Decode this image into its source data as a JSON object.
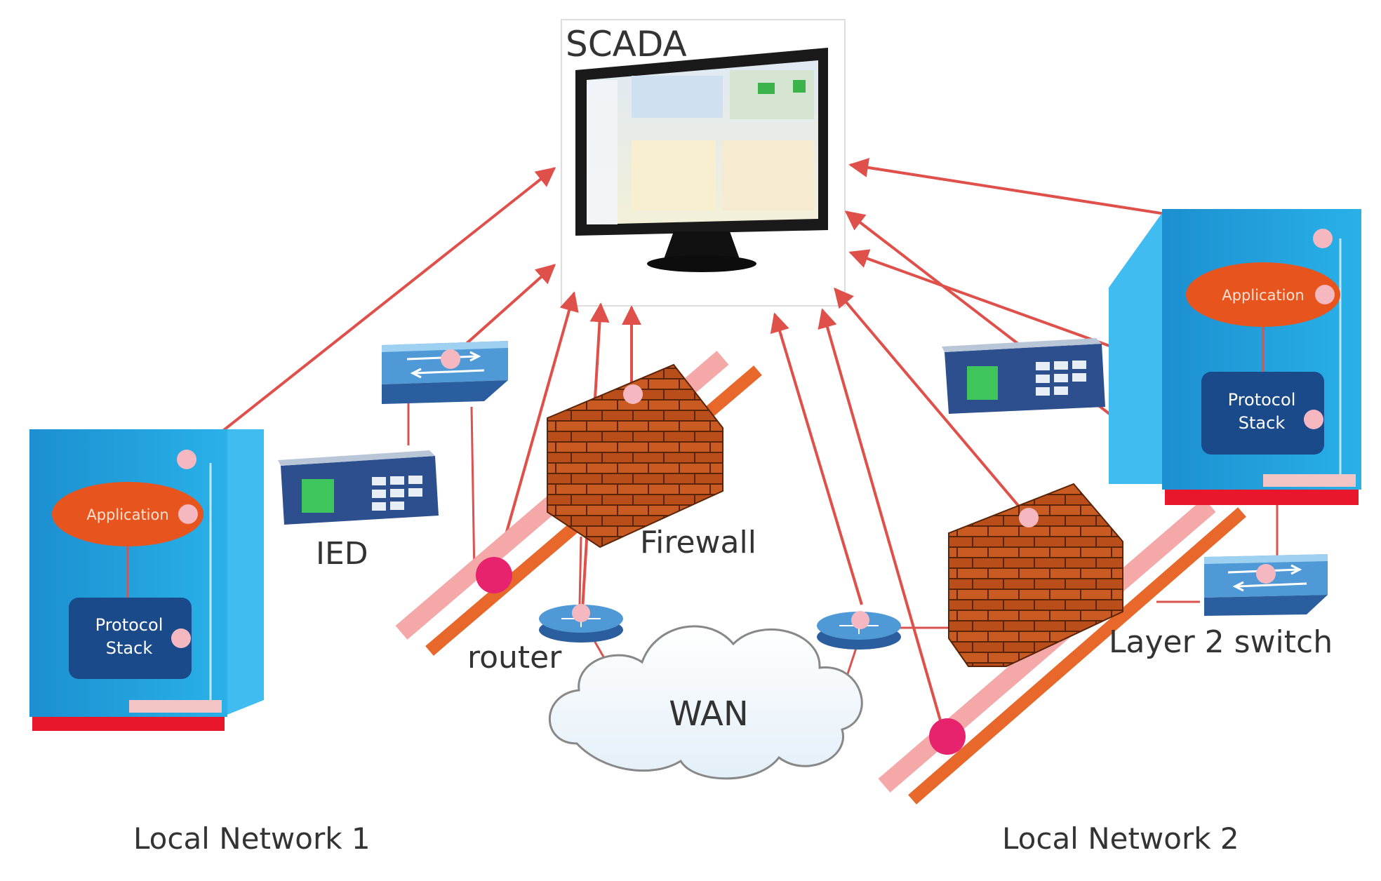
{
  "labels": {
    "scada": "SCADA",
    "ied": "IED",
    "firewall": "Firewall",
    "router": "router",
    "wan": "WAN",
    "layer2_switch": "Layer 2 switch",
    "local_network_1": "Local Network 1",
    "local_network_2": "Local Network 2"
  },
  "node_left": {
    "application": "Application",
    "protocol_line1": "Protocol",
    "protocol_line2": "Stack"
  },
  "node_right": {
    "application": "Application",
    "protocol_line1": "Protocol",
    "protocol_line2": "Stack"
  },
  "colors": {
    "arrow": "#e0504a",
    "connector": "#d9534f",
    "node_blue": "#1a9ad6",
    "protocol_box": "#1b4a8a",
    "application_oval": "#e8541e",
    "brick": "#c4561f",
    "bus_light": "#f4a8a8",
    "bus_dark": "#e8672a",
    "dot": "#f6b8c0",
    "big_dot": "#e8236e"
  }
}
